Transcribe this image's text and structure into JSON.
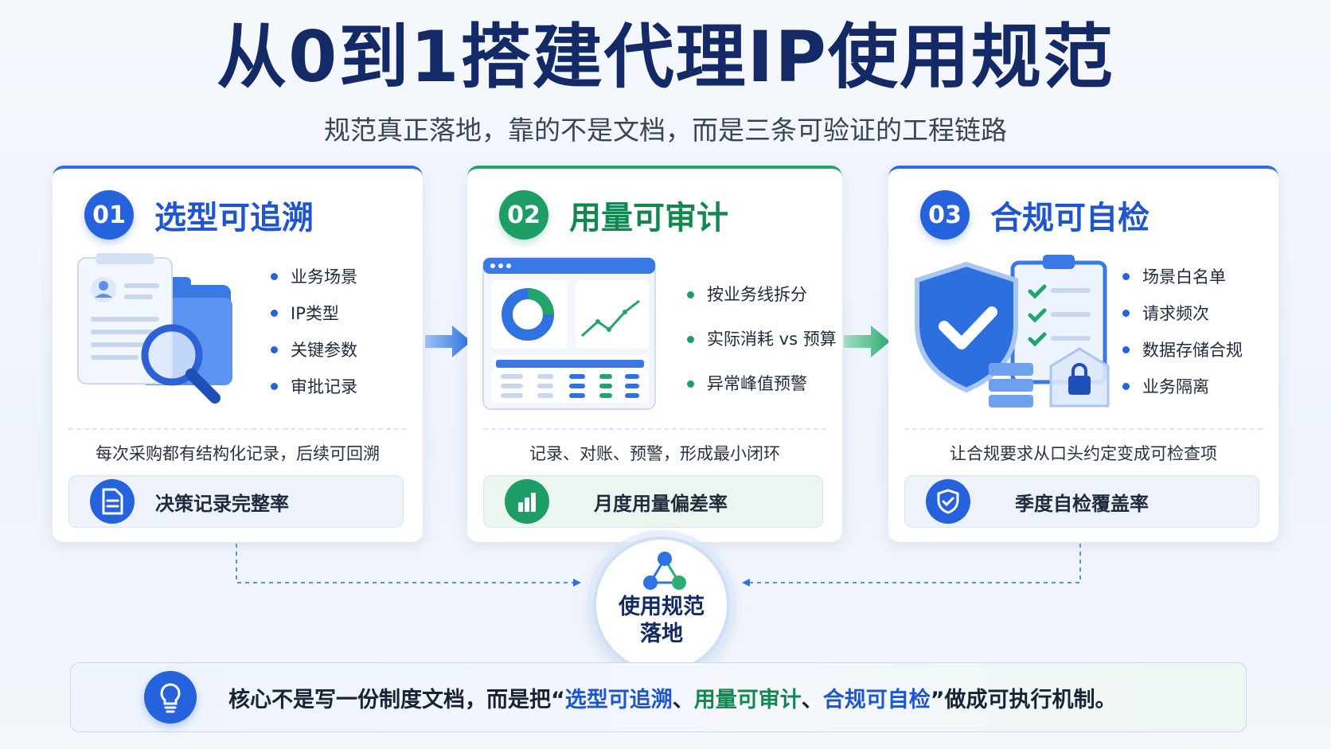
{
  "title": "从0到1搭建代理IP使用规范",
  "subtitle": "规范真正落地，靠的不是文档，而是三条可验证的工程链路",
  "cards": [
    {
      "num": "01",
      "title": "选型可追溯",
      "bullets": [
        "业务场景",
        "IP类型",
        "关键参数",
        "审批记录"
      ],
      "desc": "每次采购都有结构化记录，后续可回溯",
      "metric": "决策记录完整率",
      "accent": "#2562dc"
    },
    {
      "num": "02",
      "title": "用量可审计",
      "bullets": [
        "按业务线拆分",
        "实际消耗 vs 预算",
        "异常峰值预警"
      ],
      "desc": "记录、对账、预警，形成最小闭环",
      "metric": "月度用量偏差率",
      "accent": "#1f9d66"
    },
    {
      "num": "03",
      "title": "合规可自检",
      "bullets": [
        "场景白名单",
        "请求频次",
        "数据存储合规",
        "业务隔离"
      ],
      "desc": "让合规要求从口头约定变成可检查项",
      "metric": "季度自检覆盖率",
      "accent": "#2562dc"
    }
  ],
  "center": {
    "line1": "使用规范",
    "line2": "落地"
  },
  "bottom": {
    "prefix": "核心不是写一份制度文档，而是把“",
    "hl1": "选型可追溯",
    "sep1": "、",
    "hl2": "用量可审计",
    "sep2": "、",
    "hl3": "合规可自检",
    "suffix": "”做成可执行机制。"
  },
  "colors": {
    "blue": "#2562dc",
    "green": "#1f9d66",
    "navy": "#132a66"
  }
}
